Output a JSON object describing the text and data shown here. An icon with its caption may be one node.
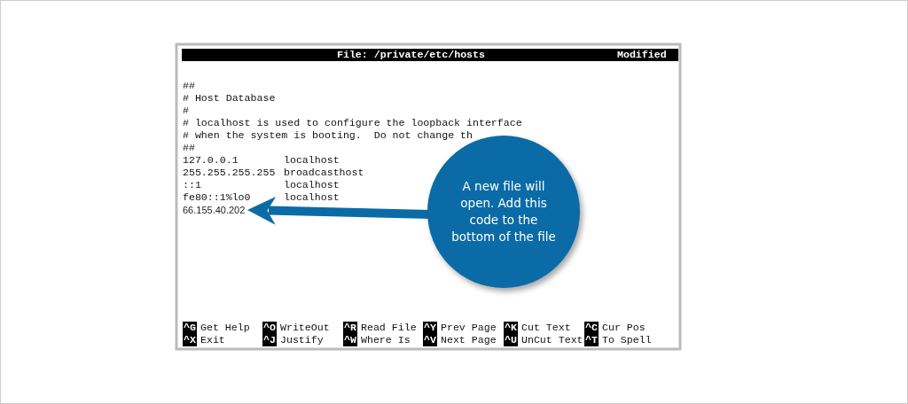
{
  "diagram": {
    "nodes": [
      {
        "text": [
          "66.155.40.202"
        ]
      },
      {
        "text": [
          "A new file will open. Add this code to the bottom of the file"
        ]
      }
    ],
    "edges": [
      {
        "from": 1,
        "to": 0,
        "arrow": "to"
      }
    ],
    "labels": [
      "File: /private/etc/hosts",
      "Modified",
      "##",
      "# Host Database",
      "#",
      "# localhost is used to configure the loopback interface",
      "# when the system is booting.  Do not change th",
      "##",
      "127.0.0.1",
      "localhost",
      "255.255.255.255",
      "broadcasthost",
      "::1",
      "localhost",
      "fe80::1%lo0",
      "localhost",
      "^G",
      "Get Help",
      "^O",
      "WriteOut",
      "^R",
      "Read File",
      "^Y",
      "Prev Page",
      "^K",
      "Cut Text",
      "^C",
      "Cur Pos",
      "^X",
      "Exit",
      "^J",
      "Justify",
      "^W",
      "Where Is",
      "^V",
      "Next Page",
      "^U",
      "UnCut Text",
      "^T",
      "To Spell"
    ]
  }
}
